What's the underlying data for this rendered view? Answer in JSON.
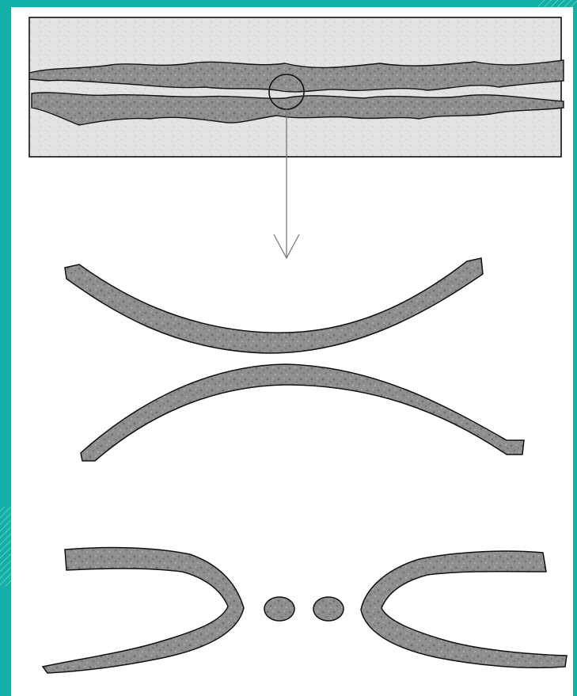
{
  "figure": {
    "colors": {
      "frame": "#12b0a6",
      "panel": "#ffffff",
      "grain": "#8f8f8f",
      "matrix": "#e3e3e3",
      "outline": "#111111",
      "arrow": "#7a7a7a"
    },
    "panels": [
      "source-layer-block",
      "neck-necking-stage",
      "pinch-off-breakup-stage"
    ]
  }
}
